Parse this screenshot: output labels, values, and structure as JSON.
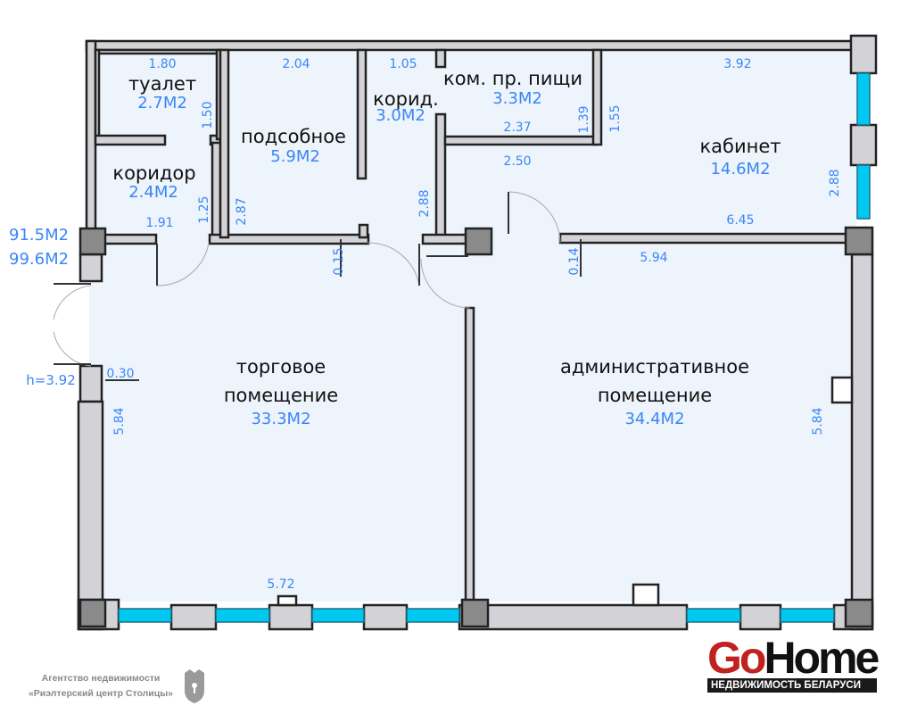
{
  "colors": {
    "wall": "#d3d3d7",
    "column": "#8a8a8a",
    "floor": "#eef4fc",
    "window": "#00c8f0",
    "dim": "#3a86f5",
    "brand_red": "#c0221f"
  },
  "totals": {
    "area_living": "91.5М2",
    "area_total": "99.6М2",
    "height": "h=3.92"
  },
  "rooms": [
    {
      "name": "туалет",
      "area": "2.7М2"
    },
    {
      "name": "коридор",
      "area": "2.4М2"
    },
    {
      "name": "подсобное",
      "area": "5.9М2"
    },
    {
      "name": "корид.",
      "area": "3.0М2"
    },
    {
      "name": "ком. пр. пищи",
      "area": "3.3М2"
    },
    {
      "name": "кабинет",
      "area": "14.6М2"
    },
    {
      "name": "торговое",
      "name2": "помещение",
      "area": "33.3М2"
    },
    {
      "name": "административное",
      "name2": "помещение",
      "area": "34.4М2"
    }
  ],
  "dimensions": {
    "toilet_w": "1.80",
    "toilet_h": "1.50",
    "corr_w": "1.91",
    "corr_h": "1.25",
    "pods_w": "2.04",
    "pods_h": "2.87",
    "korid_w": "1.05",
    "korid_h": "2.88",
    "kom_w": "2.37",
    "kom_h": "1.39",
    "kab_top": "3.92",
    "kab_side": "1.55",
    "kab_mid": "2.50",
    "kab_h": "2.88",
    "kab_bottom": "6.45",
    "adm_w": "5.94",
    "step1": "0.15",
    "step2": "0.14",
    "torg_step": "0.30",
    "torg_h": "5.84",
    "torg_w": "5.72",
    "adm_h": "5.84"
  },
  "agency": {
    "line1": "Агентство недвижимости",
    "line2": "«Риэлтерский центр Столицы»"
  },
  "brand": {
    "go": "Go",
    "home": "Home",
    "tagline": "НЕДВИЖИМОСТЬ БЕЛАРУСИ"
  }
}
